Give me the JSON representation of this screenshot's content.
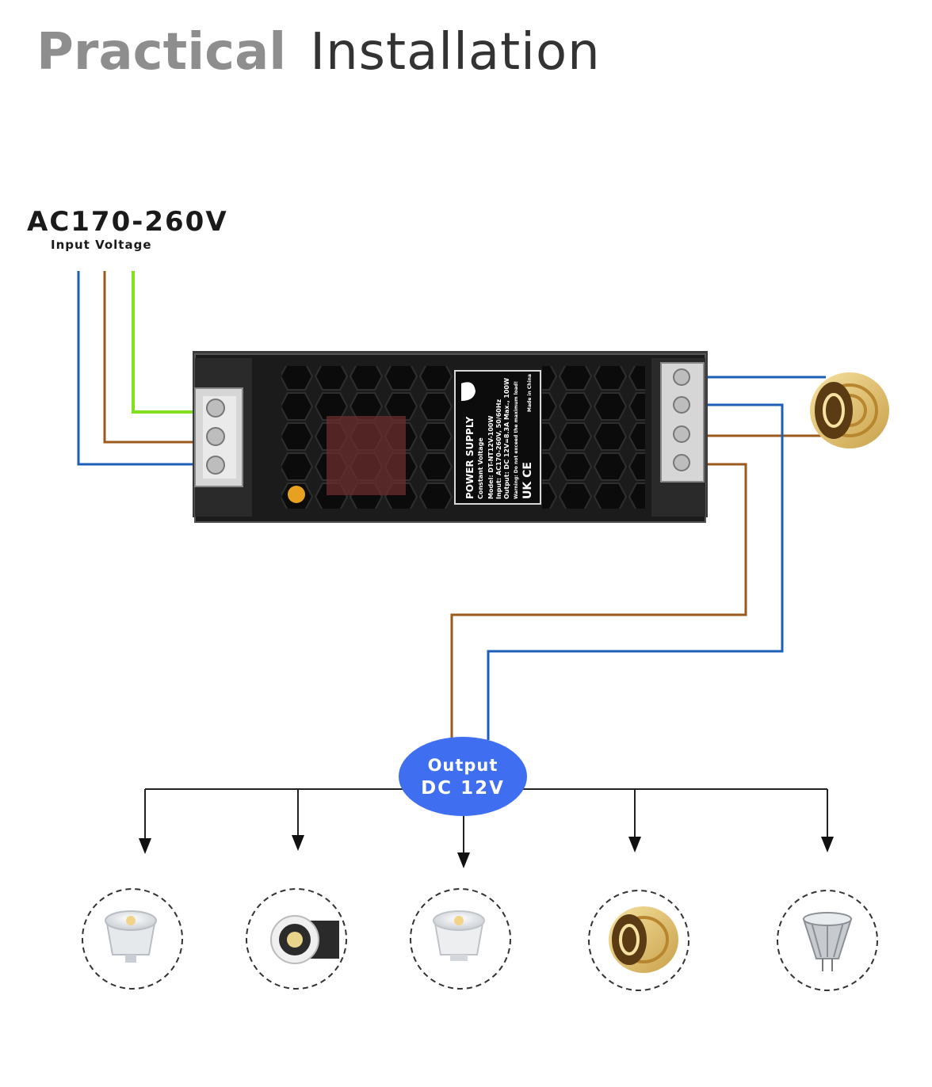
{
  "header": {
    "title_strong": "Practical",
    "title_light": "Installation"
  },
  "input": {
    "voltage": "AC170-260V",
    "label": "Input Voltage"
  },
  "output": {
    "line1": "Output",
    "line2": "DC 12V"
  },
  "power_supply_label": {
    "title": "POWER SUPPLY",
    "subtitle": "Constant Voltage",
    "model": "Model: DT-NT12V-100W",
    "input": "Input: AC170-260V, 50/60Hz",
    "output": "Output: DC 12V=8.3A Max., 100W",
    "warning": "Warning: Do not exceed the maximum load!",
    "marks": "UK CE",
    "origin": "Made in China"
  },
  "loads": [
    {
      "name": "mr16-spotlight",
      "icon": "mr16-bulb-icon"
    },
    {
      "name": "recessed-downlight",
      "icon": "downlight-icon"
    },
    {
      "name": "gu10-spotlight",
      "icon": "gu10-bulb-icon"
    },
    {
      "name": "led-strip-reel",
      "icon": "led-strip-icon"
    },
    {
      "name": "mr11-bulb",
      "icon": "mr11-bulb-icon"
    }
  ],
  "colors": {
    "wire_blue": "#1d5fb8",
    "wire_brown": "#9a5a1e",
    "wire_green": "#7fe01e",
    "output_bubble": "#3f6ff0",
    "title_gray": "#8e8e8e",
    "psu_body": "#1b1b1b"
  }
}
